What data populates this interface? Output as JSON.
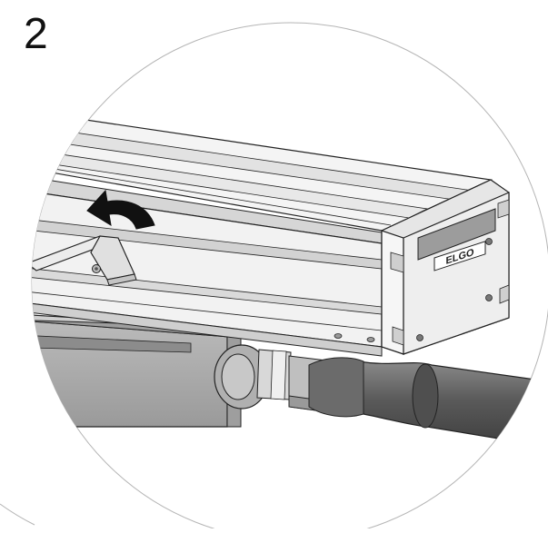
{
  "step": {
    "number": "2"
  },
  "illustration": {
    "brand_logo_text": "ELGO",
    "arrow_direction": "counter-clockwise",
    "colors": {
      "frame_light": "#f2f2f2",
      "frame_mid": "#d9d9d9",
      "frame_shade": "#c4c4c4",
      "housing_gray": "#a3a3a3",
      "cable_dark": "#5f5f5f",
      "outline": "#222222",
      "arrow": "#111111"
    }
  }
}
